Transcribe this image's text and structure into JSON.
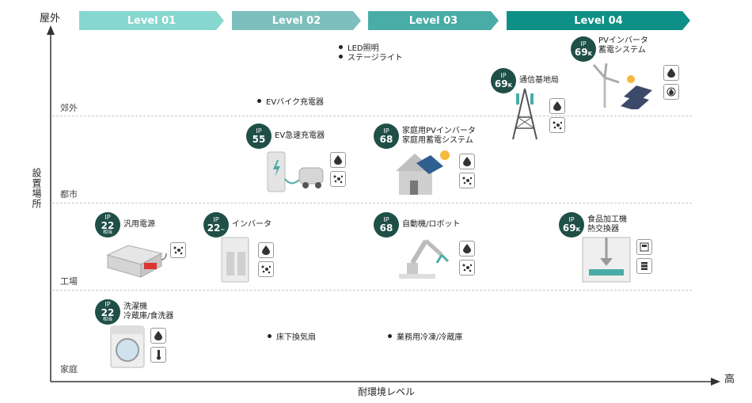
{
  "axis": {
    "y_top": "屋外",
    "y_title": "設置場所",
    "x_title": "耐環境レベル",
    "x_end": "高"
  },
  "rows": [
    "郊外",
    "都市",
    "工場",
    "家庭"
  ],
  "levels": [
    {
      "label": "Level 01",
      "color": "#86d7d0"
    },
    {
      "label": "Level 02",
      "color": "#7cbfbd"
    },
    {
      "label": "Level 03",
      "color": "#4aaca6"
    },
    {
      "label": "Level 04",
      "color": "#0f9086"
    }
  ],
  "products": {
    "pv_storage_l4": {
      "ip": "IP",
      "grade": "69",
      "suffix": "K",
      "label1": "PVインバータ",
      "label2": "蓄電システム"
    },
    "base_station": {
      "ip": "IP",
      "grade": "69",
      "suffix": "K",
      "label1": "通信基地局"
    },
    "ev_fast": {
      "ip": "IP",
      "grade": "55",
      "label1": "EV急速充電器"
    },
    "home_pv": {
      "ip": "IP",
      "grade": "68",
      "label1": "家庭用PVインバータ",
      "label2": "家庭用蓄電システム"
    },
    "general_power": {
      "ip": "IP",
      "grade": "22",
      "note": "相当",
      "label1": "汎用電源"
    },
    "inverter": {
      "ip": "IP",
      "grade": "22",
      "suffix": "~",
      "label1": "インバータ"
    },
    "robot": {
      "ip": "IP",
      "grade": "68",
      "label1": "自動機/ロボット"
    },
    "food": {
      "ip": "IP",
      "grade": "69",
      "suffix": "K",
      "label1": "食品加工機",
      "label2": "熱交換器"
    },
    "washer": {
      "ip": "IP",
      "grade": "22",
      "note": "相当",
      "label1": "洗濯機",
      "label2": "冷蔵庫/食洗器"
    }
  },
  "bullets": {
    "led": "LED照明",
    "stage": "ステージライト",
    "ev_bike": "EVバイク充電器",
    "ventilation": "床下換気扇",
    "commercial_fridge": "業務用冷凍/冷蔵庫"
  },
  "colors": {
    "badge": "#1f4f46",
    "axis": "#333333",
    "grid": "#c8c8c8"
  }
}
